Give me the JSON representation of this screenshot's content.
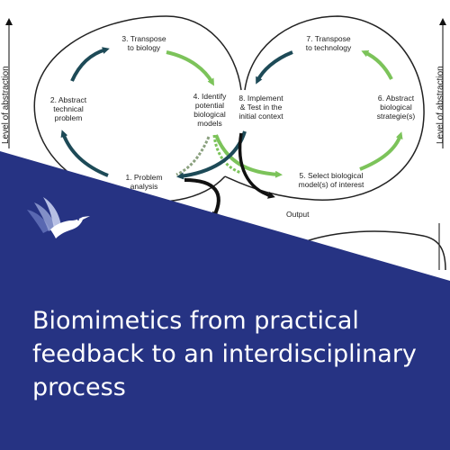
{
  "diagram": {
    "axis_left": "Level of abstraction",
    "axis_right": "Level of abstraction",
    "steps": [
      {
        "id": "step-1",
        "text": "1. Problem\nanalysis"
      },
      {
        "id": "step-2",
        "text": "2. Abstract\ntechnical\nproblem"
      },
      {
        "id": "step-3",
        "text": "3. Transpose\nto biology"
      },
      {
        "id": "step-4",
        "text": "4. Identify\npotential\nbiological\nmodels"
      },
      {
        "id": "step-5",
        "text": "5. Select biological\nmodel(s) of interest"
      },
      {
        "id": "step-6",
        "text": "6. Abstract\nbiological\nstrategie(s)"
      },
      {
        "id": "step-7",
        "text": "7. Transpose\nto technology"
      },
      {
        "id": "step-8",
        "text": "8. Implement\n& Test in the\ninitial context"
      }
    ],
    "output_label": "Output",
    "colors": {
      "dark_arrow": "#1d4a57",
      "green_arrow": "#7cc35a",
      "loop": "#222222"
    }
  },
  "banner": {
    "title": "Biomimetics from practical feedback to an interdisciplinary process",
    "color": "#263383",
    "logo": "hummingbird-logo"
  }
}
